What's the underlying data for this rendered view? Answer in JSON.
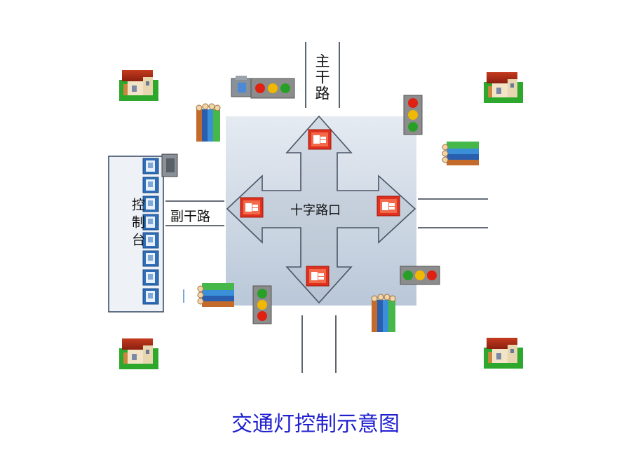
{
  "labels": {
    "main_road": "主干路",
    "side_road": "副干路",
    "intersection": "十字路口",
    "control_desk": "控制台"
  },
  "caption": "交通灯控制示意图",
  "icons": {
    "traffic_light": "traffic-light-icon",
    "house": "house-icon",
    "cable_bundle": "cable-bundle-icon",
    "device_unit": "device-icon",
    "camera": "camera-icon"
  },
  "colors": {
    "intersection_fill": "#c9d6e6",
    "arrow_fill": "#c3cedb",
    "caption": "#1f1fd0",
    "device_red": "#e03020",
    "device_blue": "#2e6db8"
  }
}
